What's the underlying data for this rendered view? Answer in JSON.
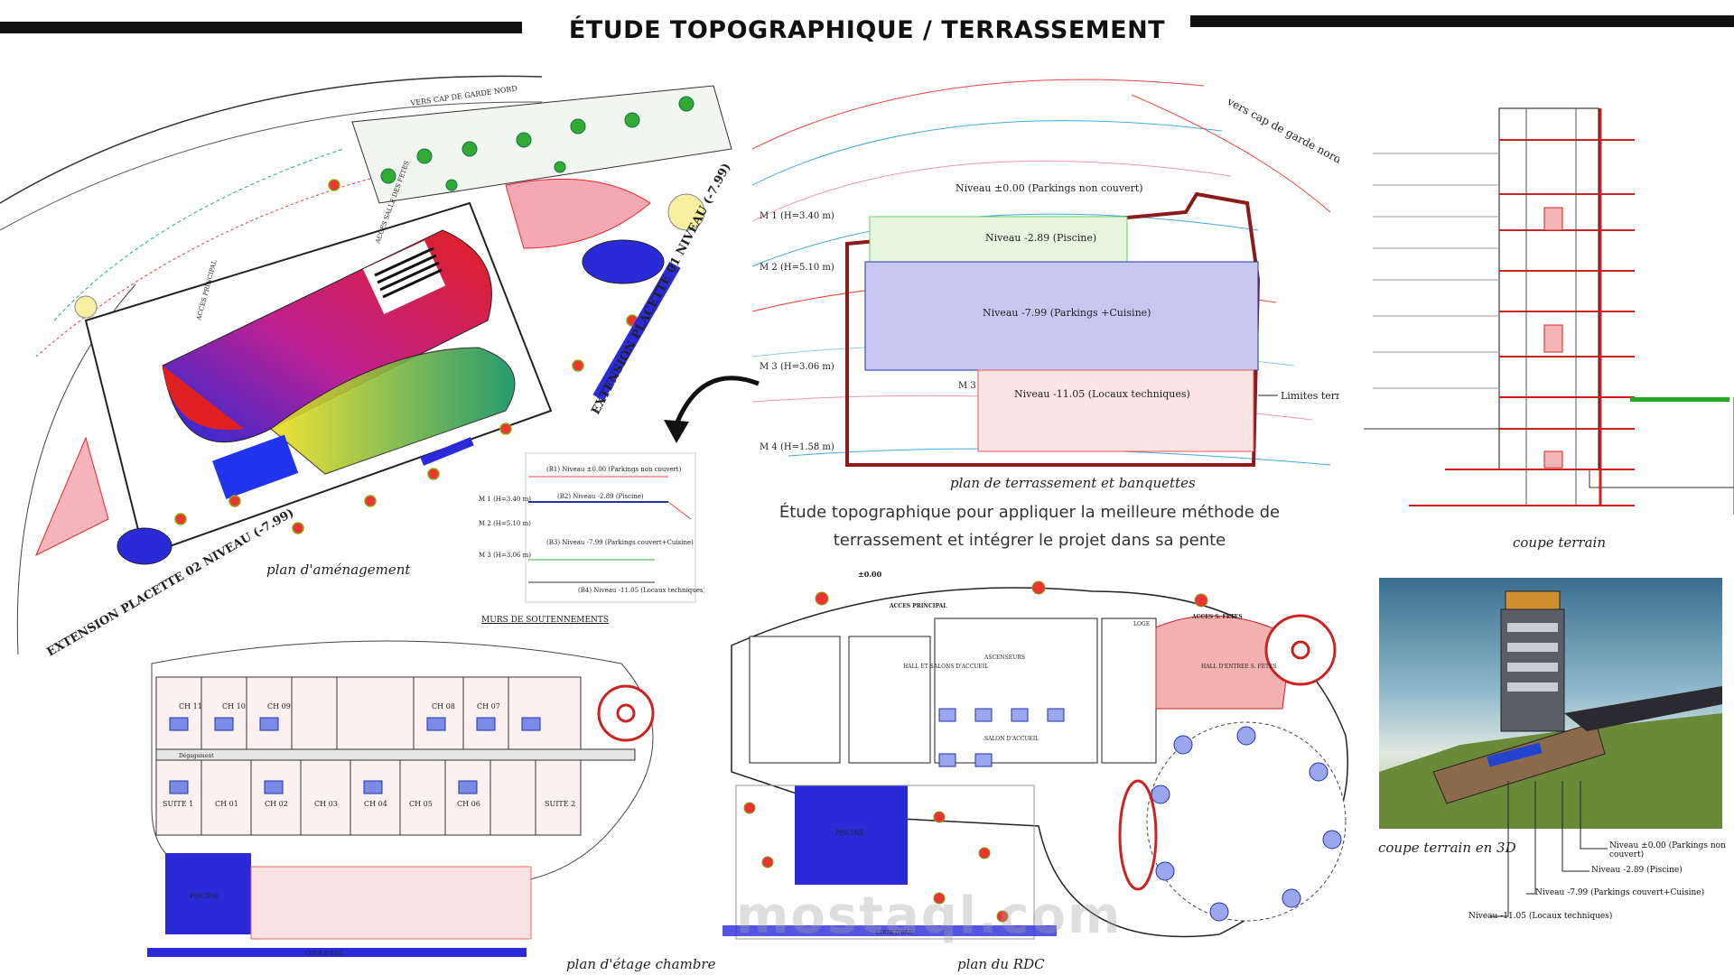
{
  "header": {
    "title": "ÉTUDE TOPOGRAPHIQUE / TERRASSEMENT"
  },
  "description": {
    "line1": "Étude topographique pour appliquer la meilleure méthode de",
    "line2": "terrassement et intégrer le projet dans sa pente"
  },
  "captions": {
    "amenagement": "plan d'aménagement",
    "terrassement": "plan de terrassement et banquettes",
    "coupe_terrain": "coupe terrain",
    "coupe_3d": "coupe terrain en 3D",
    "etage_chambre": "plan d'étage chambre",
    "rdc": "plan du RDC",
    "murs": "MURS DE SOUTENNEMENTS"
  },
  "amenagement": {
    "extension_01": "EXTENSION PLACETTE 01 NIVEAU (-7.99)",
    "extension_02": "EXTENSION PLACETTE 02 NIVEAU (-7.99)",
    "vers_cap": "VERS CAP DE GARDE NORD",
    "acces_principal": "ACCES PRINCIPAL",
    "acces_salle": "ACCES SALLE DES FETES"
  },
  "terrassement": {
    "vers_cap": "vers cap de garde nord",
    "niveau_0": "Niveau ±0.00 (Parkings non couvert)",
    "niveau_1": "Niveau -2.89 (Piscine)",
    "niveau_2": "Niveau -7.99 (Parkings +Cuisine)",
    "niveau_3": "Niveau -11.05 (Locaux techniques)",
    "m1": "M 1 (H=3.40 m)",
    "m2": "M 2 (H=5.10 m)",
    "m3": "M 3 (H=3.06 m)",
    "m3b": "M 3",
    "m4": "M 4 (H=1.58 m)",
    "limites": "Limites terrain"
  },
  "murs": {
    "b1": "(B1) Niveau ±0.00 (Parkings non couvert)",
    "b2": "(B2) Niveau -2.89 (Piscine)",
    "b3": "(B3) Niveau -7.99 (Parkings couvert+Cuisine)",
    "b4": "(B4) Niveau -11.05 (Locaux techniques)",
    "m1": "M 1 (H=3.40 m)",
    "m2": "M 2 (H=5.10 m)",
    "m3": "M 3 (H=3.06 m)"
  },
  "coupe3d": {
    "n0": "Niveau ±0.00 (Parkings non couvert)",
    "n1": "Niveau -2.89 (Piscine)",
    "n2": "Niveau -7.99 (Parkings couvert+Cuisine)",
    "n3": "Niveau -11.05 (Locaux techniques)"
  },
  "etage": {
    "rooms": [
      "CH 11",
      "CH 10",
      "CH 09",
      "CH 08",
      "CH 07",
      "CH 01",
      "CH 02",
      "CH 03",
      "CH 04",
      "CH 05",
      "CH 06"
    ],
    "suite1": "SUITE 1",
    "suite2": "SUITE 2",
    "piscine": "PISCINE",
    "cour": "COUR D'EAU",
    "degagement": "Dégagement"
  },
  "rdc": {
    "level": "±0.00",
    "acces_principal": "ACCES PRINCIPAL",
    "acces_fetes": "ACCES S. FETES",
    "hall": "HALL ET SALONS D'ACCUEIL",
    "ascenseurs": "ASCENSEURS",
    "hall_entree": "HALL D'ENTREE S. FETES",
    "salon": "SALON D'ACCUEIL",
    "piscine": "PISCINE",
    "cour": "COUR D'EAU",
    "loge": "LOGE"
  },
  "watermark": "mostaql.com"
}
